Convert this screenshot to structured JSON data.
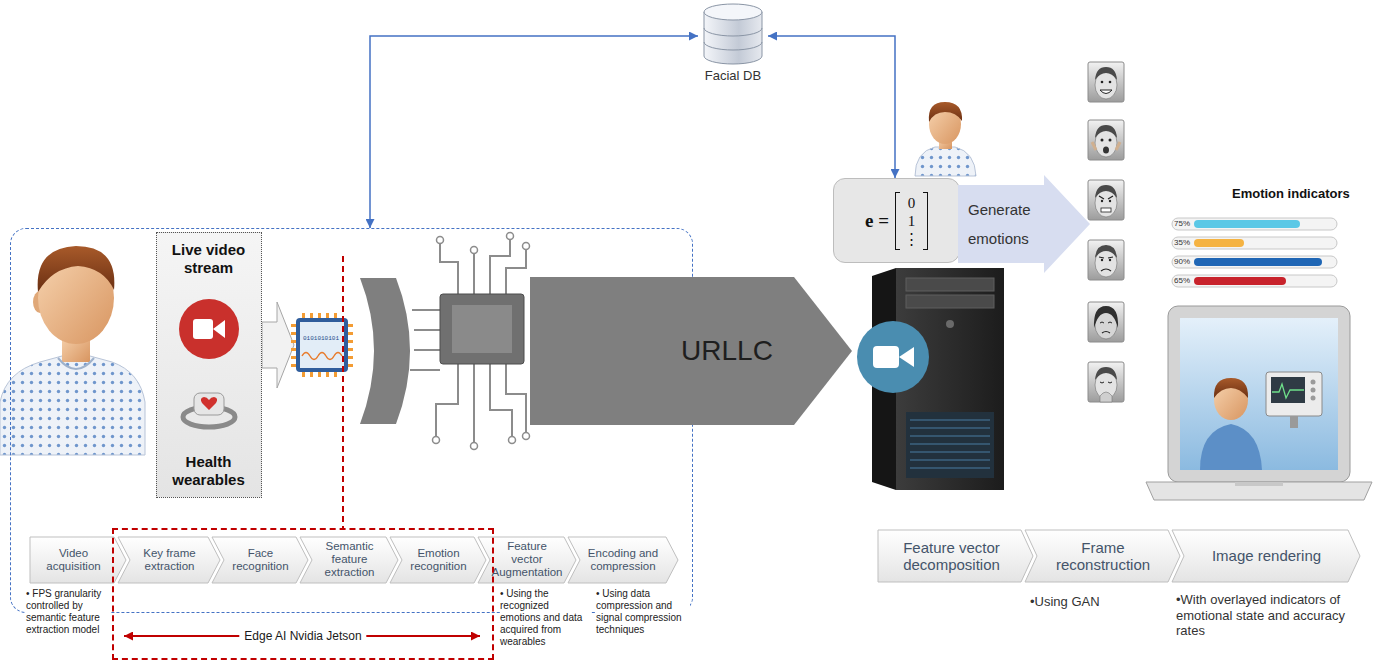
{
  "diagram": {
    "nodes": [
      {
        "text": [
          "Facial DB"
        ]
      },
      {
        "text": []
      },
      {
        "text": [
          "Live video stream",
          "Health wearables"
        ],
        "in": 1
      },
      {
        "text": [
          "URLLC"
        ]
      },
      {
        "text": [
          "e =",
          "0",
          "1",
          "⋮"
        ]
      },
      {
        "text": [
          "Generate emotions"
        ]
      },
      {
        "text": [
          "Edge AI Nvidia Jetson"
        ]
      },
      {
        "text": [
          "Video acquisition"
        ],
        "in": 1
      },
      {
        "text": [
          "Key frame extraction"
        ],
        "in": 6
      },
      {
        "text": [
          "Face recognition"
        ],
        "in": 6
      },
      {
        "text": [
          "Semantic feature extraction"
        ],
        "in": 6
      },
      {
        "text": [
          "Emotion recognition"
        ],
        "in": 6
      },
      {
        "text": [
          "Feature vector Augmentation"
        ],
        "in": 1
      },
      {
        "text": [
          "Encoding and compression"
        ],
        "in": 1
      },
      {
        "text": [
          "Feature vector decomposition"
        ]
      },
      {
        "text": [
          "Frame reconstruction"
        ]
      },
      {
        "text": [
          "Image rendering"
        ]
      }
    ],
    "edges": [
      {
        "from": 0,
        "to": 1,
        "arrow": "both"
      },
      {
        "from": 0,
        "to": 4,
        "arrow": "both"
      }
    ],
    "labels": [
      "0101010101",
      "Emotion indicators",
      "75%",
      "35%",
      "90%",
      "65%",
      "• FPS granularity controlled by semantic feature extraction model",
      "• Using the recognized emotions and data acquired from wearables",
      "• Using data compression and signal compression techniques",
      "•Using GAN",
      "•With overlayed indicators of emotional state and accuracy rates"
    ]
  }
}
